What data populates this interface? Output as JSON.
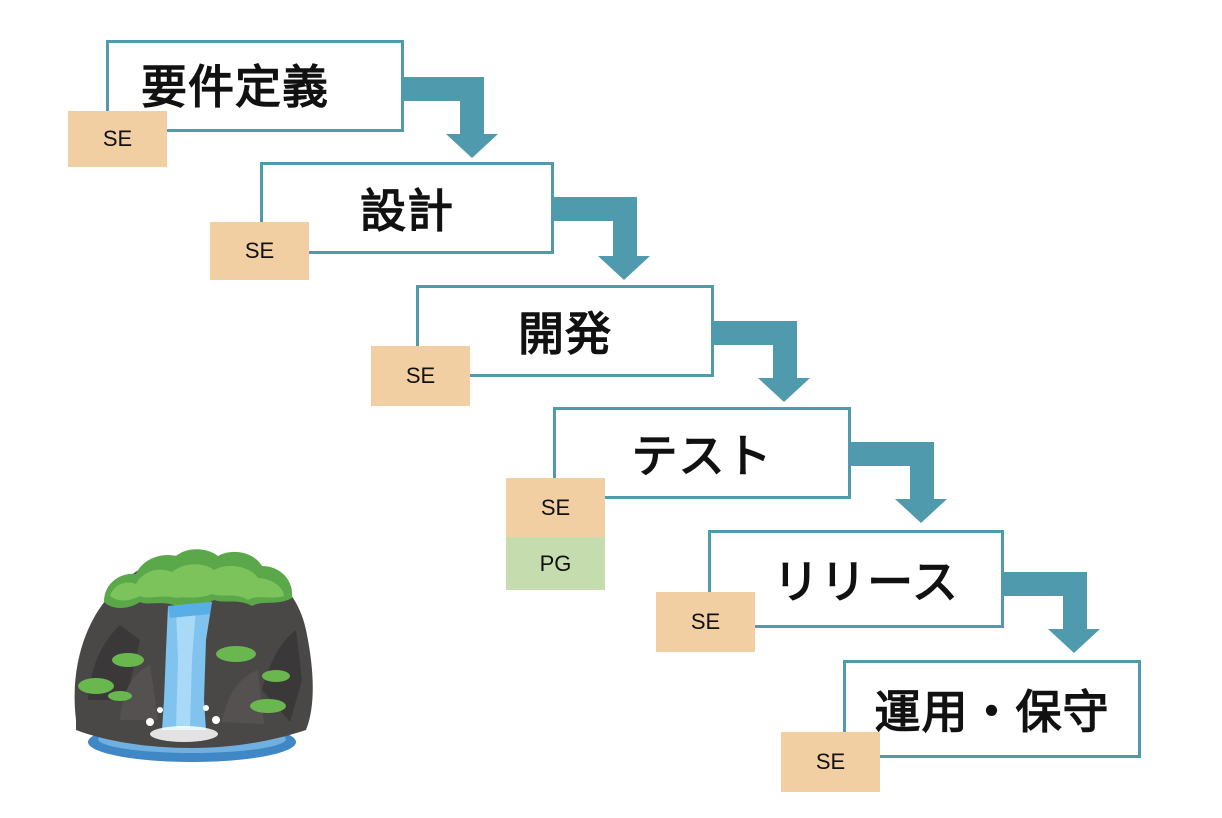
{
  "diagram": {
    "stages": [
      {
        "label": "要件定義",
        "roles": [
          "SE"
        ]
      },
      {
        "label": "設計",
        "roles": [
          "SE"
        ]
      },
      {
        "label": "開発",
        "roles": [
          "SE"
        ]
      },
      {
        "label": "テスト",
        "roles": [
          "SE",
          "PG"
        ]
      },
      {
        "label": "リリース",
        "roles": [
          "SE"
        ]
      },
      {
        "label": "運用・保守",
        "roles": [
          "SE"
        ]
      }
    ],
    "colors": {
      "arrow": "#4f9aac",
      "border": "#4f9aac",
      "role_se": "#f2cfa3",
      "role_pg": "#c5dcae"
    },
    "illustration": "waterfall-illustration"
  }
}
